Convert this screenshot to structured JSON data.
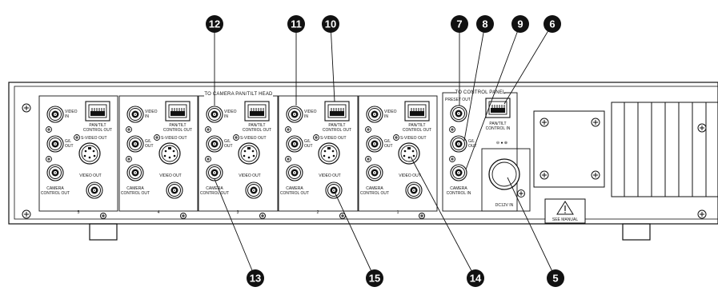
{
  "headers": {
    "camera_head": "TO CAMERA PAN/TILT HEAD",
    "control_panel": "TO CONTROL PANEL"
  },
  "labels": {
    "video_in": [
      "VIDEO",
      "IN"
    ],
    "gl_out": [
      "G/L",
      "OUT"
    ],
    "s_video_out": "S-VIDEO OUT",
    "pan_tilt_control_out": [
      "PAN/TILT",
      "CONTROL OUT"
    ],
    "video_out": "VIDEO OUT",
    "camera_control_out": [
      "CAMERA",
      "CONTROL OUT"
    ],
    "preset_out": "PRESET OUT",
    "pan_tilt_control_in": [
      "PAN/TILT",
      "CONTROL IN"
    ],
    "camera_control_in": [
      "CAMERA",
      "CONTROL IN"
    ],
    "dc12v_in": "DC12V  IN",
    "see_manual": "SEE MANUAL",
    "polarity": "⊖ ● ⊕"
  },
  "channels": [
    "5",
    "4",
    "3",
    "2",
    "1"
  ],
  "callouts": {
    "top": [
      "12",
      "11",
      "10",
      "7",
      "8",
      "9",
      "6"
    ],
    "bottom": [
      "13",
      "15",
      "14",
      "5"
    ]
  },
  "colors": {
    "ink": "#111111",
    "panel": "#ffffff",
    "callout": "#111111"
  }
}
